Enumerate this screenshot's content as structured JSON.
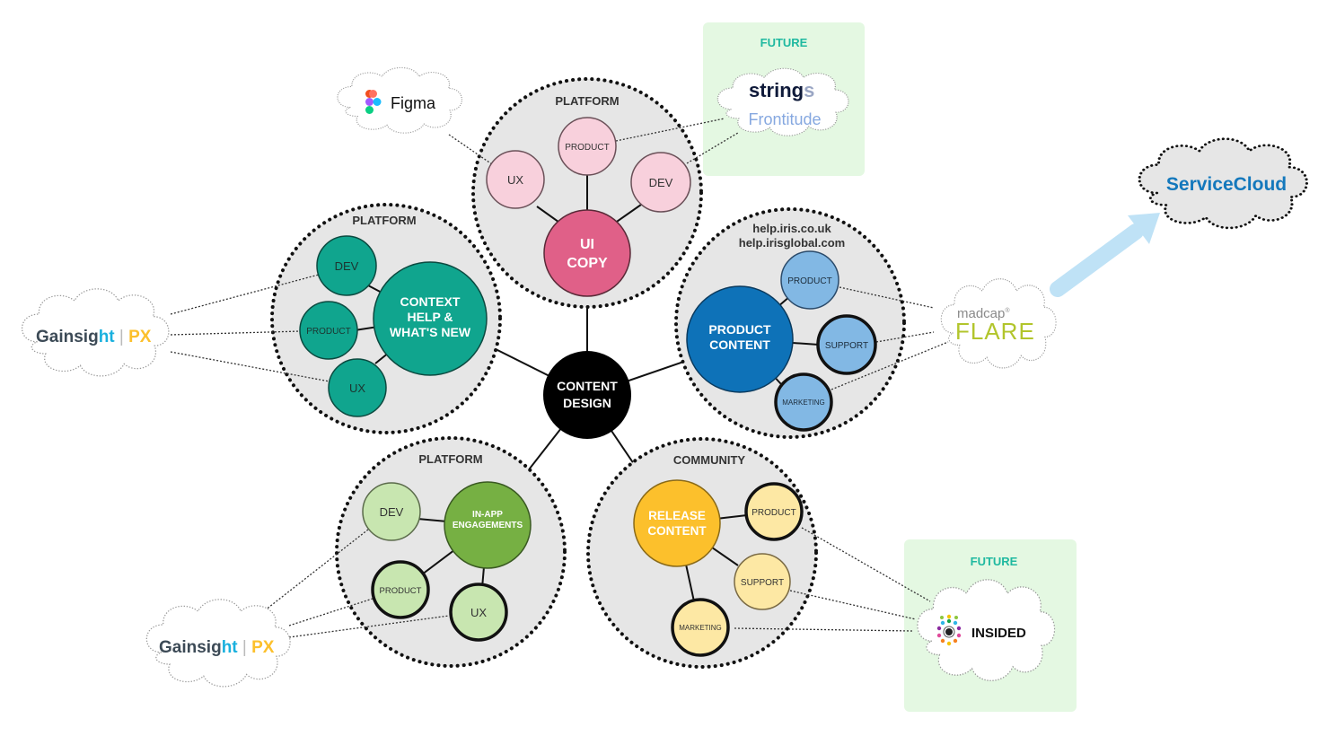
{
  "center": {
    "label_line1": "CONTENT",
    "label_line2": "DESIGN"
  },
  "clusters": {
    "ui_copy": {
      "title": "PLATFORM",
      "main_line1": "UI",
      "main_line2": "COPY",
      "nodes": [
        "UX",
        "PRODUCT",
        "DEV"
      ],
      "colors": {
        "main": "#e06088",
        "node": "#f8d0dc",
        "stroke": "#6a3a48"
      }
    },
    "context_help": {
      "title": "PLATFORM",
      "main_line1": "CONTEXT",
      "main_line2": "HELP &",
      "main_line3": "WHAT'S NEW",
      "nodes": [
        "DEV",
        "PRODUCT",
        "UX"
      ],
      "colors": {
        "main": "#10a58e",
        "node": "#10a58e",
        "stroke": "#0c5a4c"
      }
    },
    "product_content": {
      "title_line1": "help.iris.co.uk",
      "title_line2": "help.irisglobal.com",
      "main_line1": "PRODUCT",
      "main_line2": "CONTENT",
      "nodes": [
        "PRODUCT",
        "SUPPORT",
        "MARKETING"
      ],
      "colors": {
        "main": "#0e72b8",
        "node": "#82b8e4",
        "stroke": "#1a3a5a"
      }
    },
    "in_app": {
      "title": "PLATFORM",
      "main_line1": "IN-APP",
      "main_line2": "ENGAGEMENTS",
      "nodes": [
        "DEV",
        "PRODUCT",
        "UX"
      ],
      "colors": {
        "main": "#76b043",
        "node": "#c8e6b0",
        "stroke": "#3a5a22"
      }
    },
    "release": {
      "title": "COMMUNITY",
      "main_line1": "RELEASE",
      "main_line2": "CONTENT",
      "nodes": [
        "PRODUCT",
        "SUPPORT",
        "MARKETING"
      ],
      "colors": {
        "main": "#fcc02c",
        "node": "#fde8a4",
        "stroke": "#7a6228"
      }
    }
  },
  "tools": {
    "figma": {
      "label": "Figma"
    },
    "strings": {
      "label_main": "string",
      "label_tail": "s"
    },
    "frontitude": {
      "label": "Frontitude"
    },
    "gainsight_top": {
      "label_main": "Gainsig",
      "label_accent": "ht",
      "label_px": "PX"
    },
    "gainsight_bottom": {
      "label_main": "Gainsig",
      "label_accent": "ht",
      "label_px": "PX"
    },
    "madcap": {
      "label_top": "madcap",
      "label_reg": "®",
      "label_main": "FLARE"
    },
    "servicecloud": {
      "label": "ServiceCloud"
    },
    "insided": {
      "label": "INSIDED"
    }
  },
  "future_boxes": {
    "top": {
      "label": "FUTURE"
    },
    "bottom": {
      "label": "FUTURE"
    }
  },
  "colors": {
    "future_bg": "#e4f8e2",
    "future_text": "#1fb9a0",
    "cluster_bg": "#e6e6e6",
    "servicecloud_text": "#1478bc",
    "arrow": "#bfe2f6",
    "flare_green": "#b2c52c"
  }
}
